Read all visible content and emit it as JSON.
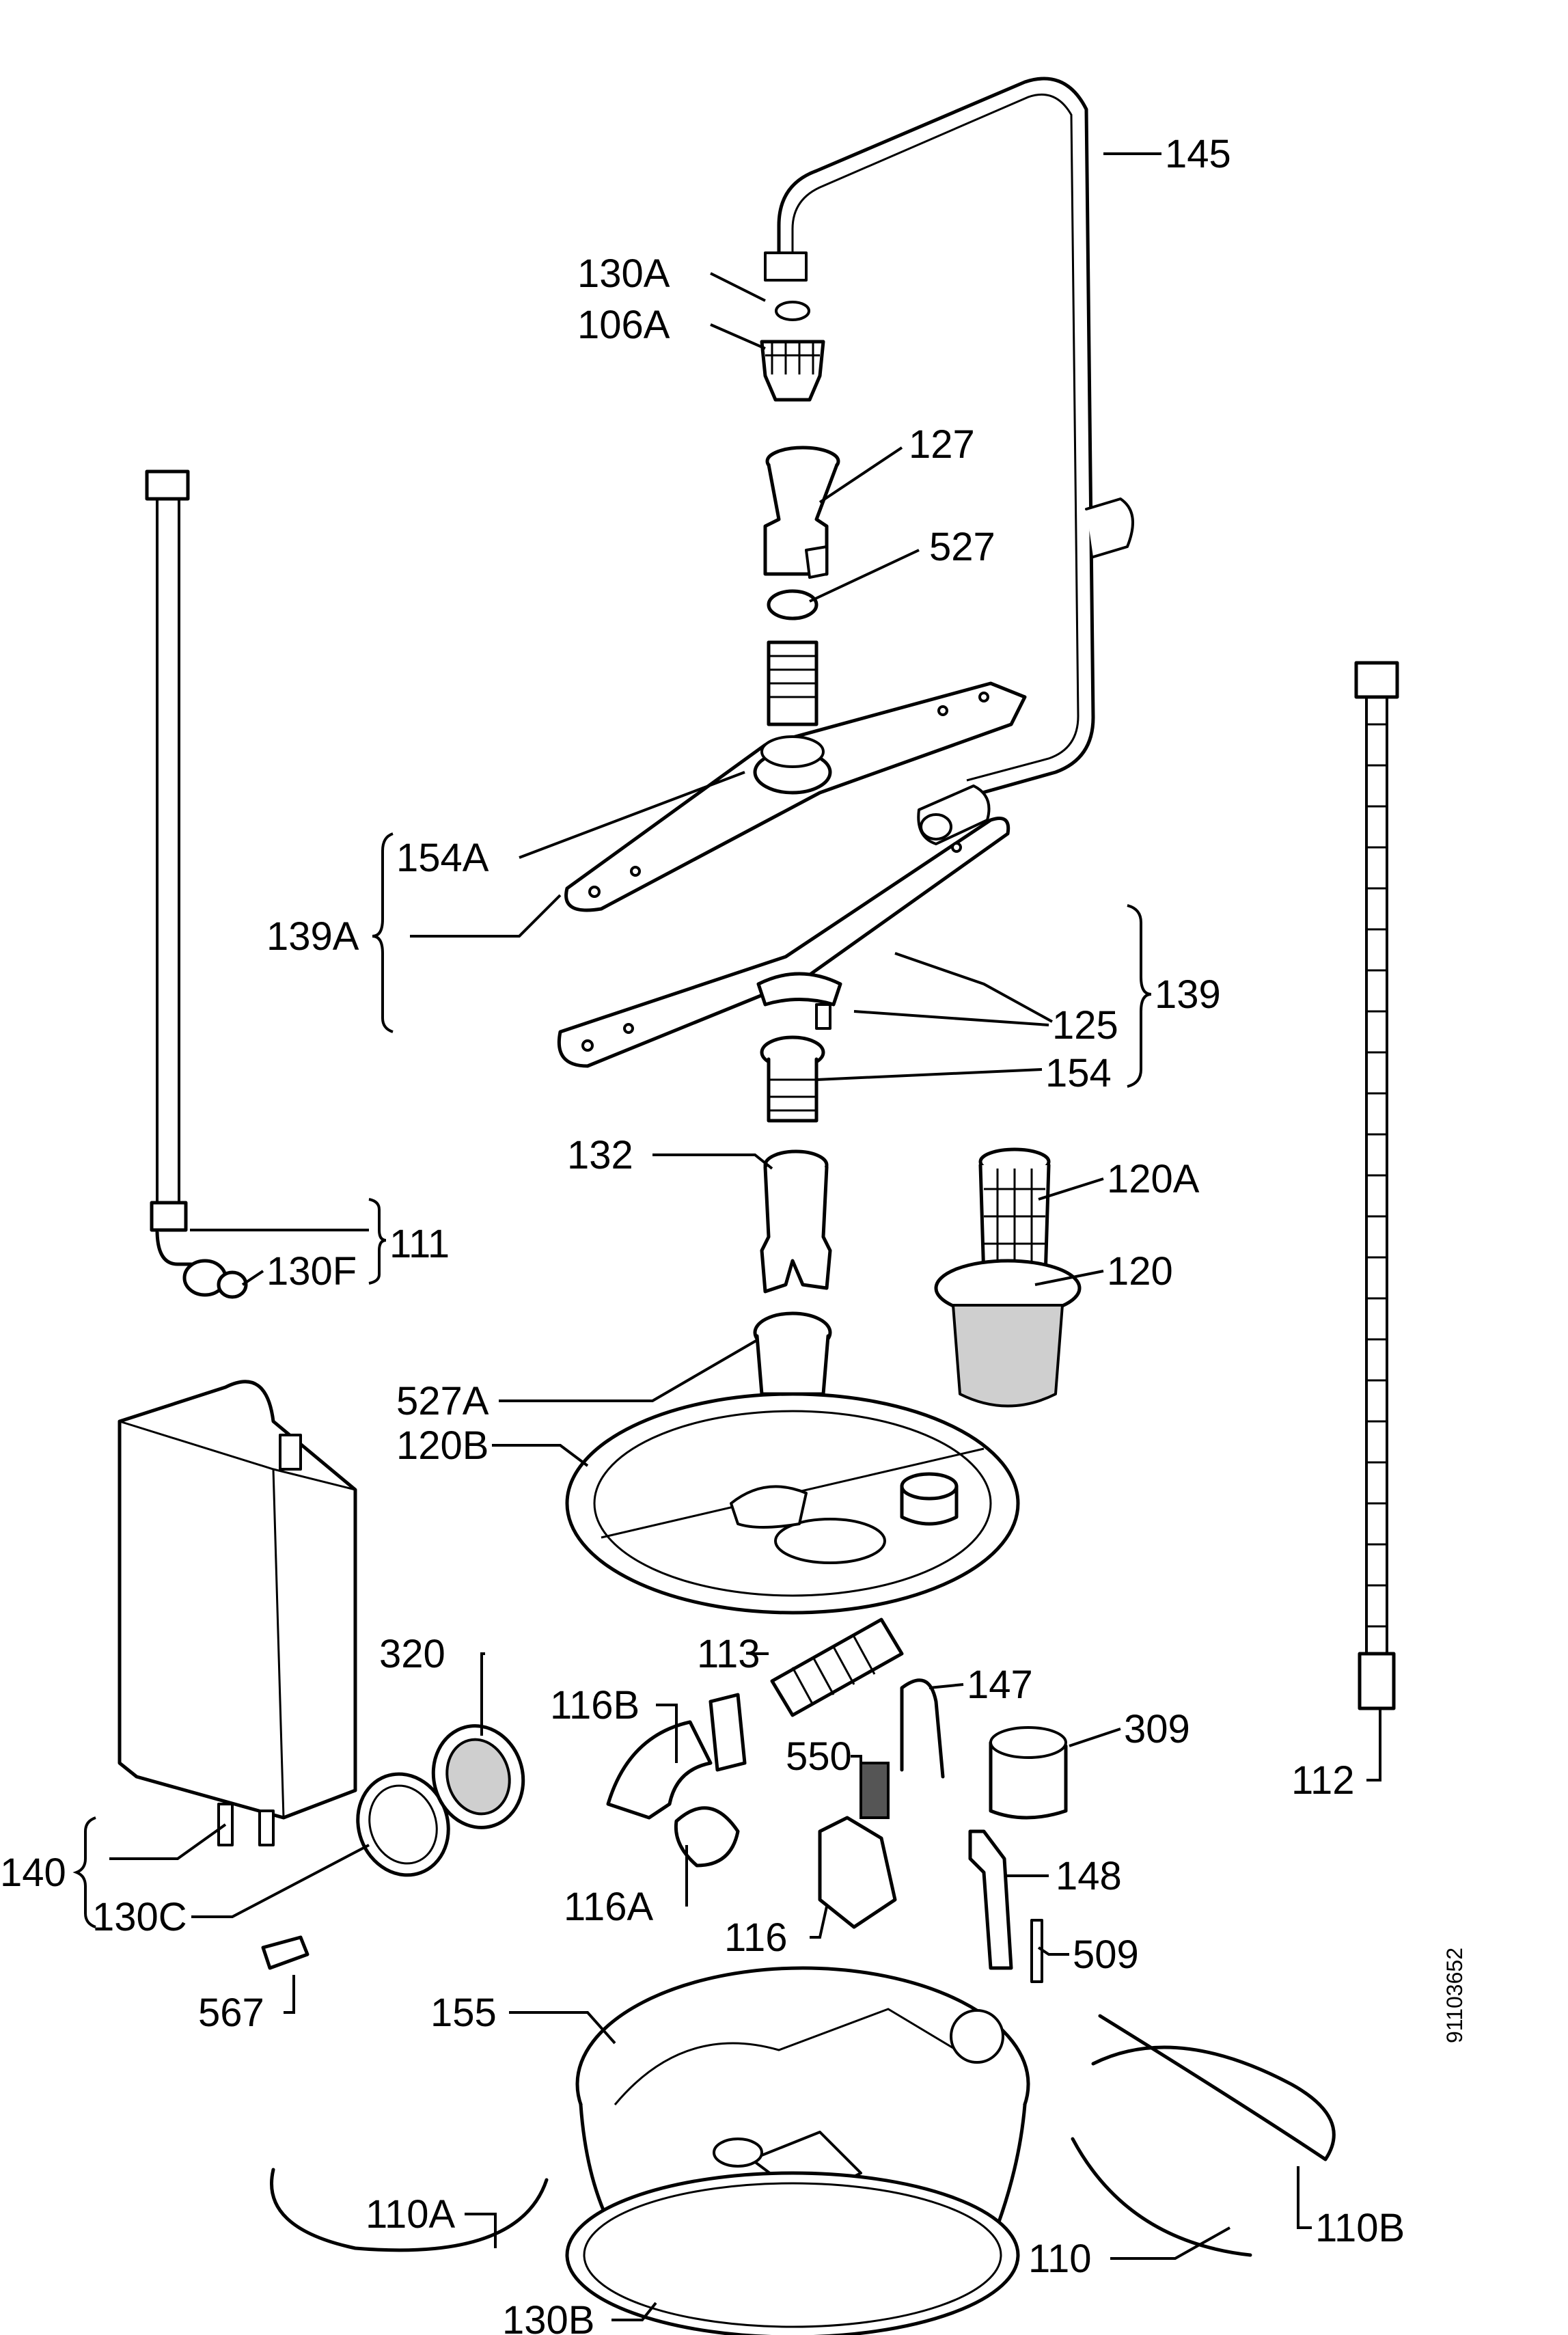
{
  "document_number": "91103652",
  "labels": {
    "l145": "145",
    "l130A": "130A",
    "l106A": "106A",
    "l127": "127",
    "l527": "527",
    "l154A": "154A",
    "l139A": "139A",
    "l125": "125",
    "l139": "139",
    "l154": "154",
    "l132": "132",
    "l120A": "120A",
    "l120": "120",
    "l111": "111",
    "l130F": "130F",
    "l527A": "527A",
    "l120B": "120B",
    "l113": "113",
    "l320": "320",
    "l116B": "116B",
    "l147": "147",
    "l309": "309",
    "l550": "550",
    "l112": "112",
    "l140": "140",
    "l130C": "130C",
    "l116A": "116A",
    "l116": "116",
    "l148": "148",
    "l509": "509",
    "l567": "567",
    "l155": "155",
    "l110A": "110A",
    "l110": "110",
    "l110B": "110B",
    "l130B": "130B"
  }
}
